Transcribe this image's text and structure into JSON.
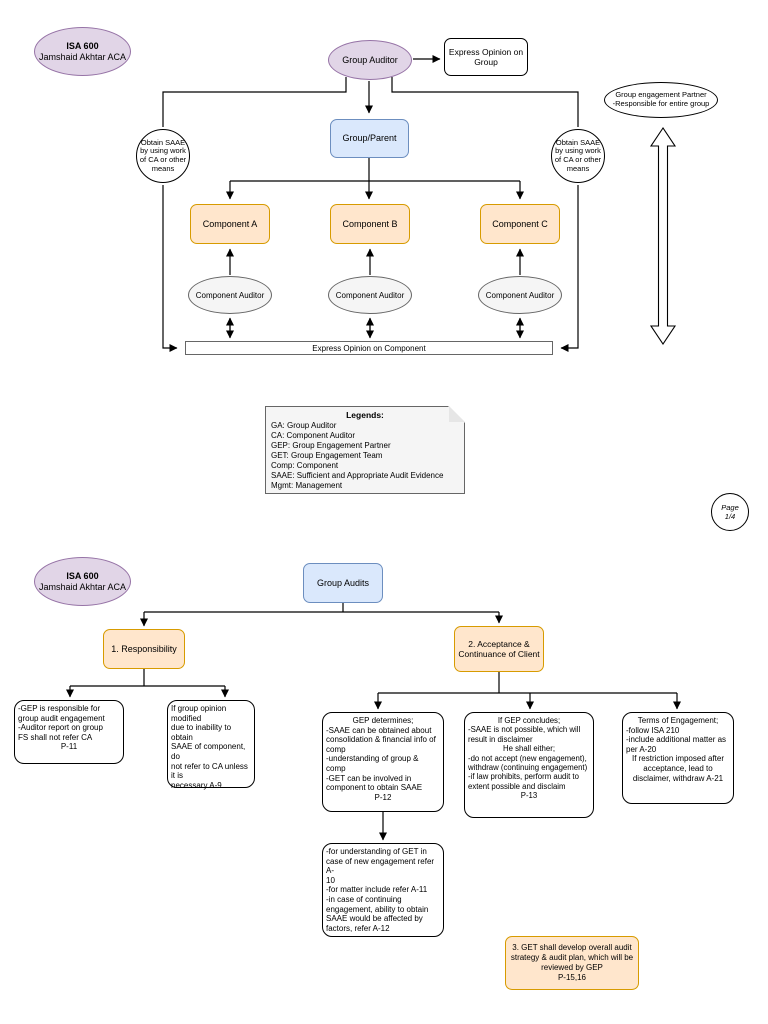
{
  "colors": {
    "purple_fill": "#E1D5E7",
    "purple_stroke": "#9673A6",
    "blue_fill": "#DAE8FC",
    "blue_stroke": "#6C8EBF",
    "orange_fill": "#FFE6CC",
    "orange_stroke": "#D79B00",
    "gray_fill": "#F5F5F5",
    "gray_stroke": "#666666",
    "line": "#000000"
  },
  "badge": {
    "title": "ISA 600",
    "subtitle": "Jamshaid Akhtar ACA"
  },
  "page_indicator": {
    "line1": "Page",
    "line2": "1/4"
  },
  "top_diagram": {
    "nodes": {
      "group_auditor": "Group Auditor",
      "express_opinion_group": "Express Opinion on\nGroup",
      "group_parent": "Group/Parent",
      "obtain_saae": "Obtain SAAE\nby using work\nof CA or other\nmeans",
      "component_a": "Component A",
      "component_b": "Component B",
      "component_c": "Component C",
      "component_auditor": "Component Auditor",
      "express_opinion_component": "Express Opinion on Component",
      "group_engagement_partner": "Group engagement Partner\n-Responsible for entire group"
    },
    "legend": {
      "title": "Legends:",
      "items": [
        "GA: Group Auditor",
        "CA: Component Auditor",
        "GEP: Group Engagement Partner",
        "GET: Group Engagement Team",
        "Comp: Component",
        "SAAE: Sufficient and Appropriate Audit Evidence",
        "Mgmt:  Management"
      ]
    }
  },
  "bottom_diagram": {
    "nodes": {
      "group_audits": "Group Audits",
      "responsibility": "1. Responsibility",
      "acceptance": "2. Acceptance &\nContinuance of Client",
      "resp_box_1": {
        "body": "-GEP is responsible for\ngroup audit engagement\n-Auditor report on group\nFS  shall not refer CA",
        "ref": "P-11"
      },
      "resp_box_2": {
        "body": "If group opinion modified\ndue to inability to obtain\nSAAE of component, do\nnot refer to CA unless it is\nnecessary A-9"
      },
      "gep_determines": {
        "title": "GEP determines;",
        "body": "-SAAE can be obtained about\nconsolidation & financial info of\ncomp\n-understanding of group &\ncomp\n-GET can be involved in\ncomponent to obtain SAAE",
        "ref": "P-12"
      },
      "if_gep_concludes": {
        "title": "If GEP concludes;",
        "body1": "-SAAE is not possible, which will\nresult in disclaimer",
        "subtitle": "He shall either;",
        "body2": "-do not accept (new engagement),\nwithdraw (continuing engagement)\n-if law prohibits, perform audit to\nextent possible and disclaim",
        "ref": "P-13"
      },
      "terms_of_engagement": {
        "title": "Terms of Engagement;",
        "body": "-follow ISA 210\n-include additional matter as\nper A-20",
        "note": "If restriction imposed after\nacceptance, lead to\ndisclaimer, withdraw A-21"
      },
      "get_understanding": {
        "body": "-for understanding of GET in\ncase of new engagement refer A-\n10\n-for matter include refer A-11\n-in case of continuing\nengagement, ability to obtain\nSAAE would be affected by\nfactors, refer A-12"
      },
      "get_develop": "3. GET shall develop overall audit\nstrategy & audit plan, which will be\nreviewed by GEP\nP-15,16"
    }
  }
}
